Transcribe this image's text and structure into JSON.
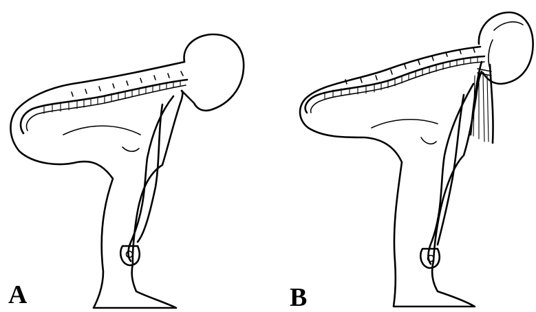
{
  "panels": [
    {
      "id": "A",
      "label": "A"
    },
    {
      "id": "B",
      "label": "B"
    }
  ]
}
